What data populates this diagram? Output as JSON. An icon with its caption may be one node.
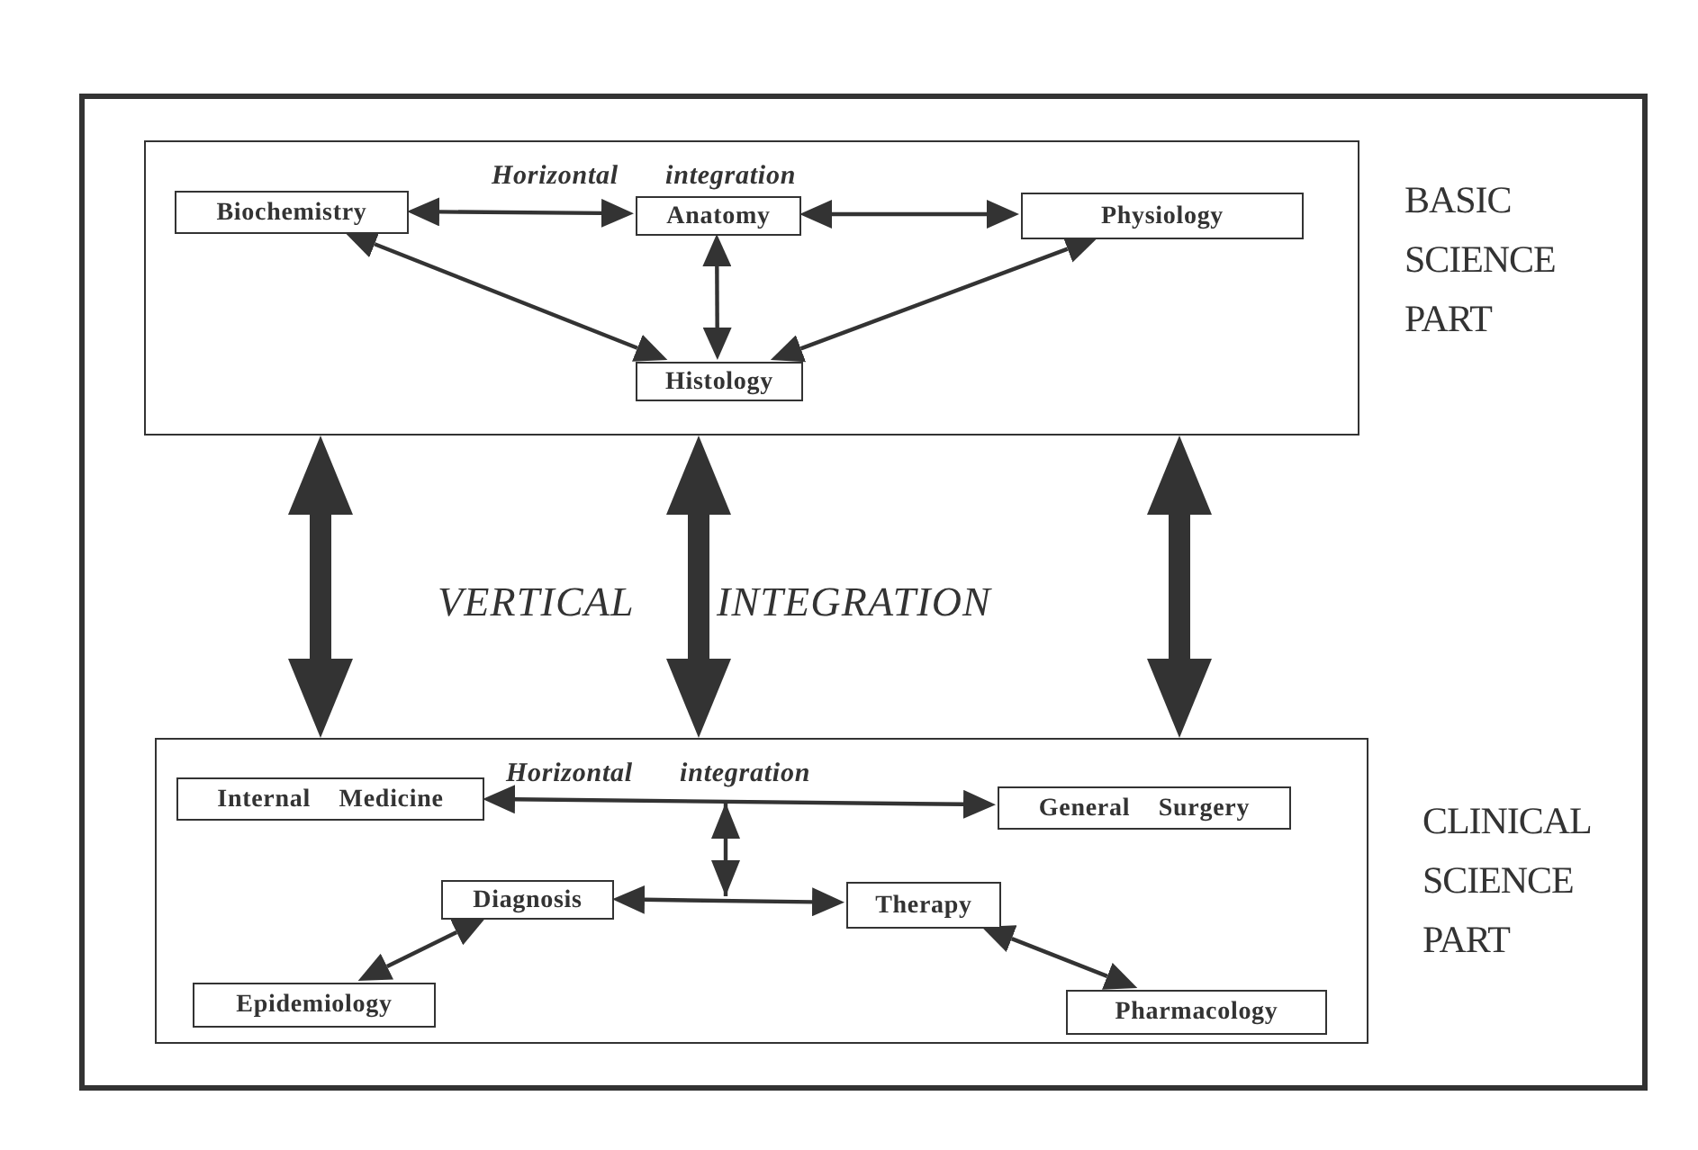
{
  "diagram": {
    "nodes": [
      {
        "text": [
          "Horizontal integration"
        ],
        "beside": [
          "BASIC SCIENCE PART"
        ]
      },
      {
        "text": [
          "Biochemistry"
        ],
        "in": 0
      },
      {
        "text": [
          "Anatomy"
        ],
        "in": 0
      },
      {
        "text": [
          "Physiology"
        ],
        "in": 0
      },
      {
        "text": [
          "Histology"
        ],
        "in": 0
      },
      {
        "text": [
          "Horizontal integration"
        ],
        "beside": [
          "CLINICAL SCIENCE PART"
        ]
      },
      {
        "text": [
          "Internal Medicine"
        ],
        "in": 5
      },
      {
        "text": [
          "General Surgery"
        ],
        "in": 5
      },
      {
        "text": [
          "Diagnosis"
        ],
        "in": 5
      },
      {
        "text": [
          "Therapy"
        ],
        "in": 5
      },
      {
        "text": [
          "Epidemiology"
        ],
        "in": 5
      },
      {
        "text": [
          "Pharmacology"
        ],
        "in": 5
      }
    ],
    "edges": [
      {
        "from": 1,
        "to": 2,
        "arrow": "both"
      },
      {
        "from": 2,
        "to": 3,
        "arrow": "both"
      },
      {
        "from": 2,
        "to": 4,
        "arrow": "both"
      },
      {
        "from": 1,
        "to": 4,
        "arrow": "both"
      },
      {
        "from": 3,
        "to": 4,
        "arrow": "both"
      },
      {
        "from": 0,
        "to": 5,
        "arrow": "both",
        "style": "thick"
      },
      {
        "from": 0,
        "to": 5,
        "arrow": "both",
        "style": "thick"
      },
      {
        "from": 0,
        "to": 5,
        "arrow": "both",
        "style": "thick"
      },
      {
        "from": 6,
        "to": 7,
        "arrow": "both"
      },
      {
        "from": 8,
        "to": 9,
        "arrow": "both"
      },
      {
        "from": 10,
        "to": 8,
        "arrow": "both"
      },
      {
        "from": 9,
        "to": 11,
        "arrow": "both"
      }
    ],
    "labels": [
      "VERTICAL",
      "INTEGRATION"
    ]
  }
}
